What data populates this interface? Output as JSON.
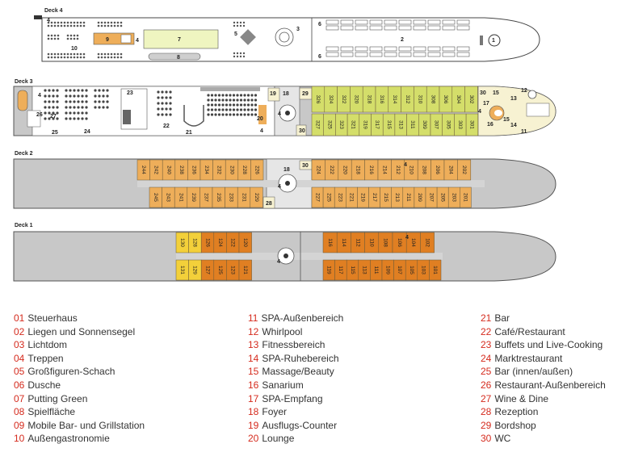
{
  "decks": [
    {
      "label": "Deck 4"
    },
    {
      "label": "Deck 3"
    },
    {
      "label": "Deck 2"
    },
    {
      "label": "Deck 1"
    }
  ],
  "deck4": {
    "areas": [
      "4",
      "10",
      "9",
      "4",
      "7",
      "8",
      "5",
      "3",
      "6",
      "6",
      "2",
      "1"
    ]
  },
  "deck3": {
    "areas": [
      "4",
      "26",
      "27",
      "25",
      "24",
      "23",
      "22",
      "21",
      "4",
      "20",
      "19",
      "18",
      "4",
      "30",
      "29",
      "30",
      "15",
      "13",
      "12",
      "17",
      "4",
      "16",
      "15",
      "14",
      "11"
    ],
    "cabins_top": [
      "326",
      "324",
      "322",
      "320",
      "318",
      "316",
      "314",
      "312",
      "310",
      "308",
      "306",
      "304",
      "302"
    ],
    "cabins_bottom": [
      "327",
      "325",
      "323",
      "321",
      "319",
      "317",
      "315",
      "313",
      "311",
      "309",
      "307",
      "305",
      "303",
      "301"
    ]
  },
  "deck2": {
    "areas": [
      "30",
      "18",
      "4",
      "28",
      "4"
    ],
    "aft_top": [
      "244",
      "242",
      "240",
      "238",
      "236",
      "234",
      "232",
      "230",
      "228",
      "226"
    ],
    "aft_bottom": [
      "245",
      "243",
      "241",
      "239",
      "237",
      "235",
      "233",
      "231",
      "229"
    ],
    "fwd_top": [
      "224",
      "222",
      "220",
      "218",
      "216",
      "214",
      "212",
      "210",
      "208",
      "206",
      "204",
      "202"
    ],
    "fwd_bottom": [
      "227",
      "225",
      "223",
      "221",
      "219",
      "217",
      "215",
      "213",
      "211",
      "209",
      "207",
      "205",
      "203",
      "201"
    ]
  },
  "deck1": {
    "areas": [
      "4",
      "4"
    ],
    "aft_top": [
      "130",
      "128",
      "126",
      "124",
      "122",
      "120"
    ],
    "aft_bottom": [
      "131",
      "129",
      "127",
      "125",
      "123",
      "121"
    ],
    "fwd_top": [
      "116",
      "114",
      "112",
      "110",
      "108",
      "106",
      "104",
      "102"
    ],
    "fwd_bottom": [
      "119",
      "117",
      "115",
      "113",
      "111",
      "109",
      "107",
      "105",
      "103",
      "101"
    ]
  },
  "legend": [
    [
      {
        "num": "01",
        "text": "Steuerhaus"
      },
      {
        "num": "02",
        "text": "Liegen und Sonnensegel"
      },
      {
        "num": "03",
        "text": "Lichtdom"
      },
      {
        "num": "04",
        "text": "Treppen"
      },
      {
        "num": "05",
        "text": "Großfiguren-Schach"
      },
      {
        "num": "06",
        "text": "Dusche"
      },
      {
        "num": "07",
        "text": "Putting Green"
      },
      {
        "num": "08",
        "text": "Spielfläche"
      },
      {
        "num": "09",
        "text": "Mobile Bar- und Grillstation"
      },
      {
        "num": "10",
        "text": "Außengastronomie"
      }
    ],
    [
      {
        "num": "11",
        "text": "SPA-Außenbereich"
      },
      {
        "num": "12",
        "text": "Whirlpool"
      },
      {
        "num": "13",
        "text": "Fitnessbereich"
      },
      {
        "num": "14",
        "text": "SPA-Ruhebereich"
      },
      {
        "num": "15",
        "text": "Massage/Beauty"
      },
      {
        "num": "16",
        "text": "Sanarium"
      },
      {
        "num": "17",
        "text": "SPA-Empfang"
      },
      {
        "num": "18",
        "text": "Foyer"
      },
      {
        "num": "19",
        "text": "Ausflugs-Counter"
      },
      {
        "num": "20",
        "text": "Lounge"
      }
    ],
    [
      {
        "num": "21",
        "text": "Bar"
      },
      {
        "num": "22",
        "text": "Café/Restaurant"
      },
      {
        "num": "23",
        "text": "Buffets und Live-Cooking"
      },
      {
        "num": "24",
        "text": "Marktrestaurant"
      },
      {
        "num": "25",
        "text": "Bar (innen/außen)"
      },
      {
        "num": "26",
        "text": "Restaurant-Außenbereich"
      },
      {
        "num": "27",
        "text": "Wine & Dine"
      },
      {
        "num": "28",
        "text": "Rezeption"
      },
      {
        "num": "29",
        "text": "Bordshop"
      },
      {
        "num": "30",
        "text": "WC"
      }
    ]
  ],
  "colors": {
    "deck3_cabin": "#d4de6a",
    "deck2_cabin": "#eeae5a",
    "deck1_aft_cabin": "#f3d03a",
    "deck1_fwd_cabin": "#e07f22",
    "hull": "#c8c8c8",
    "public_area": "#f7f2d2",
    "legend_number": "#d52b1e"
  }
}
